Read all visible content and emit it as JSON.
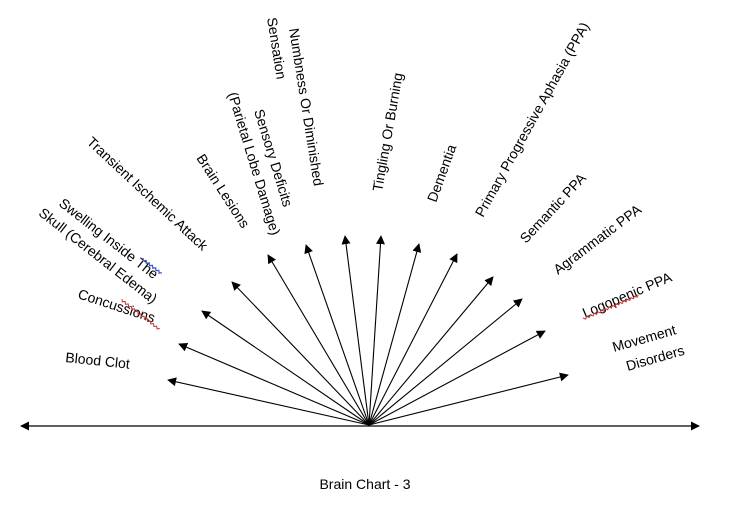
{
  "diagram": {
    "caption": "Brain Chart - 3",
    "labels": [
      {
        "id": "blood-clot",
        "lines": [
          "Blood Clot"
        ]
      },
      {
        "id": "concussions",
        "lines": [
          "Concussions"
        ]
      },
      {
        "id": "cerebral-edema",
        "lines": [
          "Swelling Inside The",
          "Skull (Cerebral Edema)"
        ]
      },
      {
        "id": "transient-ischemic-attack",
        "lines": [
          "Transient Ischemic Attack"
        ]
      },
      {
        "id": "brain-lesions",
        "lines": [
          "Brain Lesions"
        ]
      },
      {
        "id": "sensory-deficits",
        "lines": [
          "Sensory Deficits",
          "(Parietal Lobe Damage)"
        ]
      },
      {
        "id": "numbness",
        "lines": [
          "Numbness Or Diminished",
          "Sensation"
        ]
      },
      {
        "id": "tingling",
        "lines": [
          "Tingling Or Burning"
        ]
      },
      {
        "id": "dementia",
        "lines": [
          "Dementia"
        ]
      },
      {
        "id": "ppa",
        "lines": [
          "Primary Progressive Aphasia (PPA)"
        ]
      },
      {
        "id": "semantic-ppa",
        "lines": [
          "Semantic PPA"
        ]
      },
      {
        "id": "agrammatic-ppa",
        "lines": [
          "Agrammatic PPA"
        ]
      },
      {
        "id": "logopenic-ppa",
        "lines": [
          "Logopenic PPA"
        ]
      },
      {
        "id": "movement-disorders",
        "lines": [
          "Movement",
          "Disorders"
        ]
      }
    ]
  }
}
